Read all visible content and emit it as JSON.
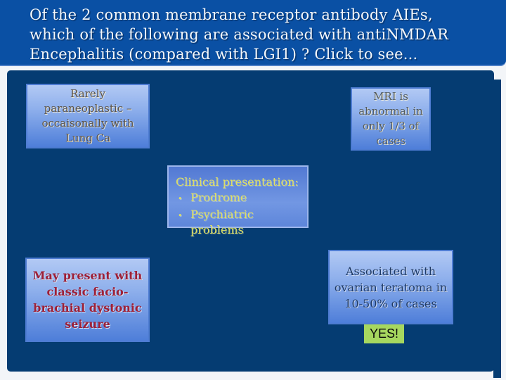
{
  "title": {
    "full": "Of the 2 common membrane receptor antibody AIEs, which of the following are associated with antiNMDAR Encephalitis (compared with LGI1) ? Click to see...",
    "lines": [
      "Of the 2 common membrane receptor antibody AIEs,",
      "which of the following are associated with antiNMDAR",
      "Encephalitis (compared with LGI1) ? Click to see..."
    ]
  },
  "boxes": {
    "rarely": {
      "text": "Rarely paraneoplastic – occaisonally with Lung Ca",
      "lines": [
        "Rarely",
        "paraneoplastic –",
        "occaisonally with",
        "Lung Ca"
      ]
    },
    "mri": {
      "text": "MRI is abnormal in only 1/3 of cases",
      "lines": [
        "MRI is",
        "abnormal in",
        "only 1/3 of",
        "cases"
      ]
    },
    "clinical": {
      "heading": "Clinical presentation:",
      "bullet_char": "•",
      "bullets": [
        "Prodrome",
        "Psychiatric problems"
      ]
    },
    "may": {
      "text": "May present with classic facio-brachial dystonic seizure",
      "lines": [
        "May present with",
        "classic facio-",
        "brachial dystonic",
        "seizure"
      ]
    },
    "assoc": {
      "text": "Associated with ovarian teratoma in 10-50% of cases",
      "lines": [
        "Associated with",
        "ovarian teratoma in",
        "10-50% of cases"
      ]
    },
    "yes_label": "YES!"
  },
  "colors": {
    "title_band": "#0a50a4",
    "title_band_edge": "#4d7fc6",
    "title_text": "#f4f7fa",
    "main_area": "#053c72",
    "box_border": "#4e7cd2",
    "box_fill_top": "#b2c9f4",
    "box_fill_bottom": "#4e7ed9",
    "clinical_border": "#9db6ec",
    "clinical_text": "#dfe063",
    "emboss_text": "#5b544b",
    "dark_red_text": "#9c2038",
    "navy_text": "#1e3a66",
    "yes_bg": "#a6d75f",
    "yes_text": "#0b0b0b",
    "page_bg": "#f3f5f8"
  }
}
